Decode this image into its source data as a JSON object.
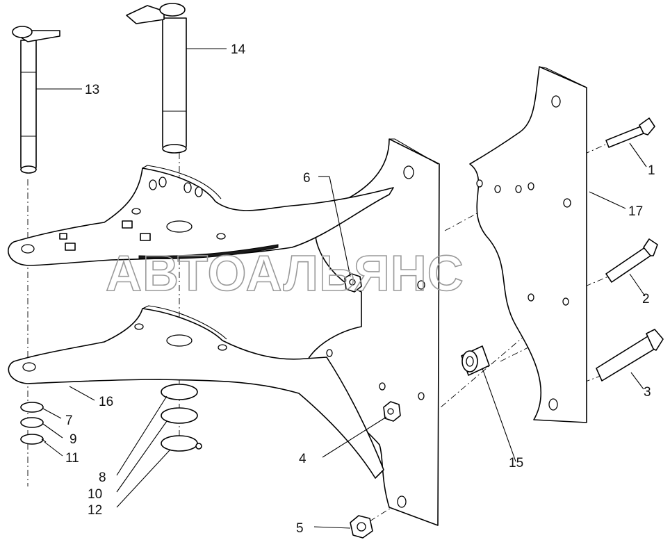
{
  "watermark": "АВТОАЛЬЯНС",
  "callouts": {
    "c1": "1",
    "c2": "2",
    "c3": "3",
    "c4": "4",
    "c5": "5",
    "c6": "6",
    "c7": "7",
    "c8": "8",
    "c9": "9",
    "c10": "10",
    "c11": "11",
    "c12": "12",
    "c13": "13",
    "c14": "14",
    "c15": "15",
    "c16": "16",
    "c17": "17"
  }
}
